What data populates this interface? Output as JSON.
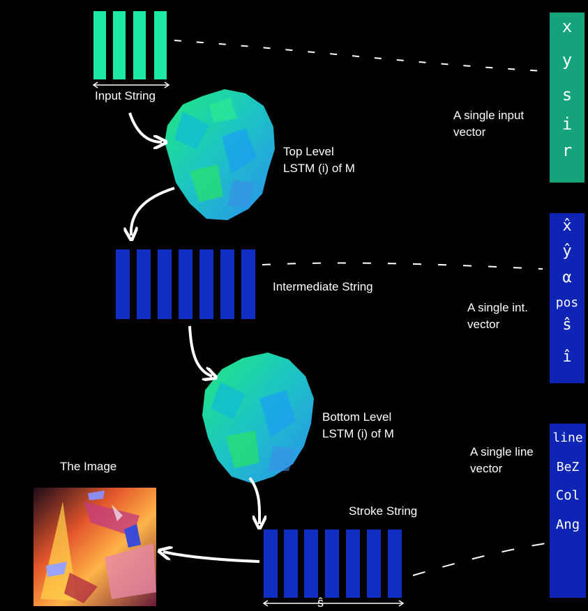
{
  "labels": {
    "input_string": "Input String",
    "top_level": "Top Level",
    "top_lstm": "LSTM (i) of M",
    "intermediate_string": "Intermediate String",
    "bottom_level": "Bottom Level",
    "bottom_lstm": "LSTM (i) of M",
    "the_image": "The Image",
    "stroke_string": "Stroke String",
    "stroke_width_symbol": "ŝ"
  },
  "vector_notes": {
    "input": [
      "A single input",
      "vector"
    ],
    "intermediate": [
      "A single int.",
      "vector"
    ],
    "line": [
      "A single line",
      "vector"
    ]
  },
  "panels": {
    "input_vector": [
      "x",
      "y",
      "s",
      "i",
      "r"
    ],
    "intermediate_vector": [
      "x̂",
      "ŷ",
      "α",
      "pos",
      "ŝ",
      "î"
    ],
    "line_vector": [
      "line",
      "BeZ",
      "Col",
      "Ang"
    ]
  },
  "colors": {
    "input": "#1de9a3",
    "input_panel": "#14a37b",
    "intermediate": "#0f2ec2",
    "panel_blue": "#0d24b4",
    "arrow": "#ffffff"
  }
}
